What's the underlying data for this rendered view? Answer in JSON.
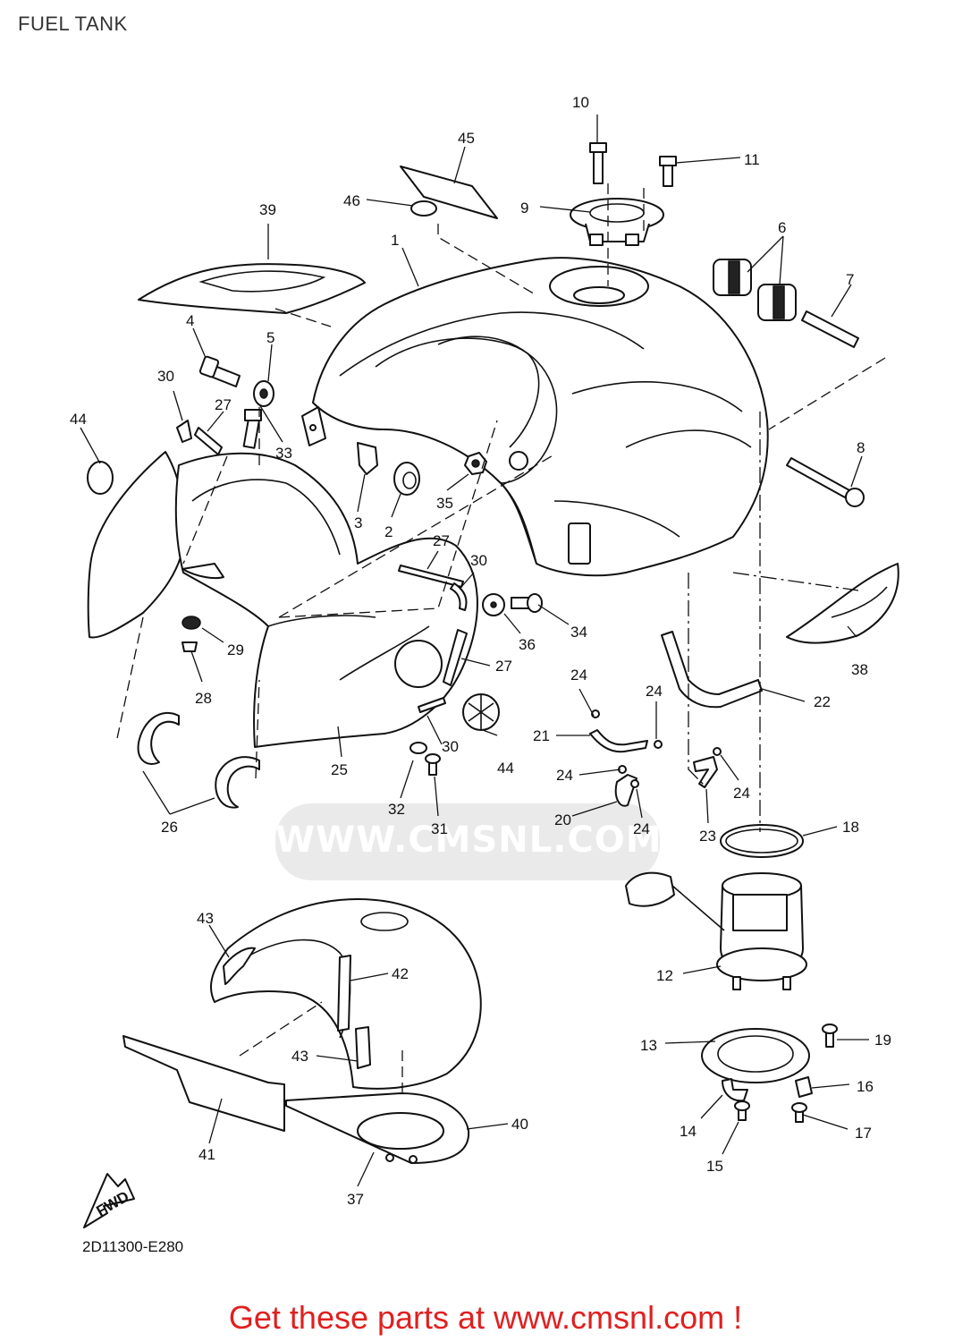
{
  "page": {
    "title": "FUEL TANK",
    "drawing_code": "2D11300-E280",
    "watermark": "WWW.CMSNL.COM",
    "cta": "Get these parts at www.cmsnl.com !",
    "cta_color": "#e02020"
  },
  "fwd_label": "FWD",
  "callouts": [
    "1",
    "2",
    "3",
    "4",
    "5",
    "6",
    "7",
    "8",
    "9",
    "10",
    "11",
    "12",
    "13",
    "14",
    "15",
    "16",
    "17",
    "18",
    "19",
    "20",
    "21",
    "22",
    "23",
    "24",
    "25",
    "26",
    "27",
    "28",
    "29",
    "30",
    "31",
    "32",
    "33",
    "34",
    "35",
    "36",
    "37",
    "38",
    "39",
    "40",
    "41",
    "42",
    "43",
    "44",
    "45",
    "46"
  ]
}
